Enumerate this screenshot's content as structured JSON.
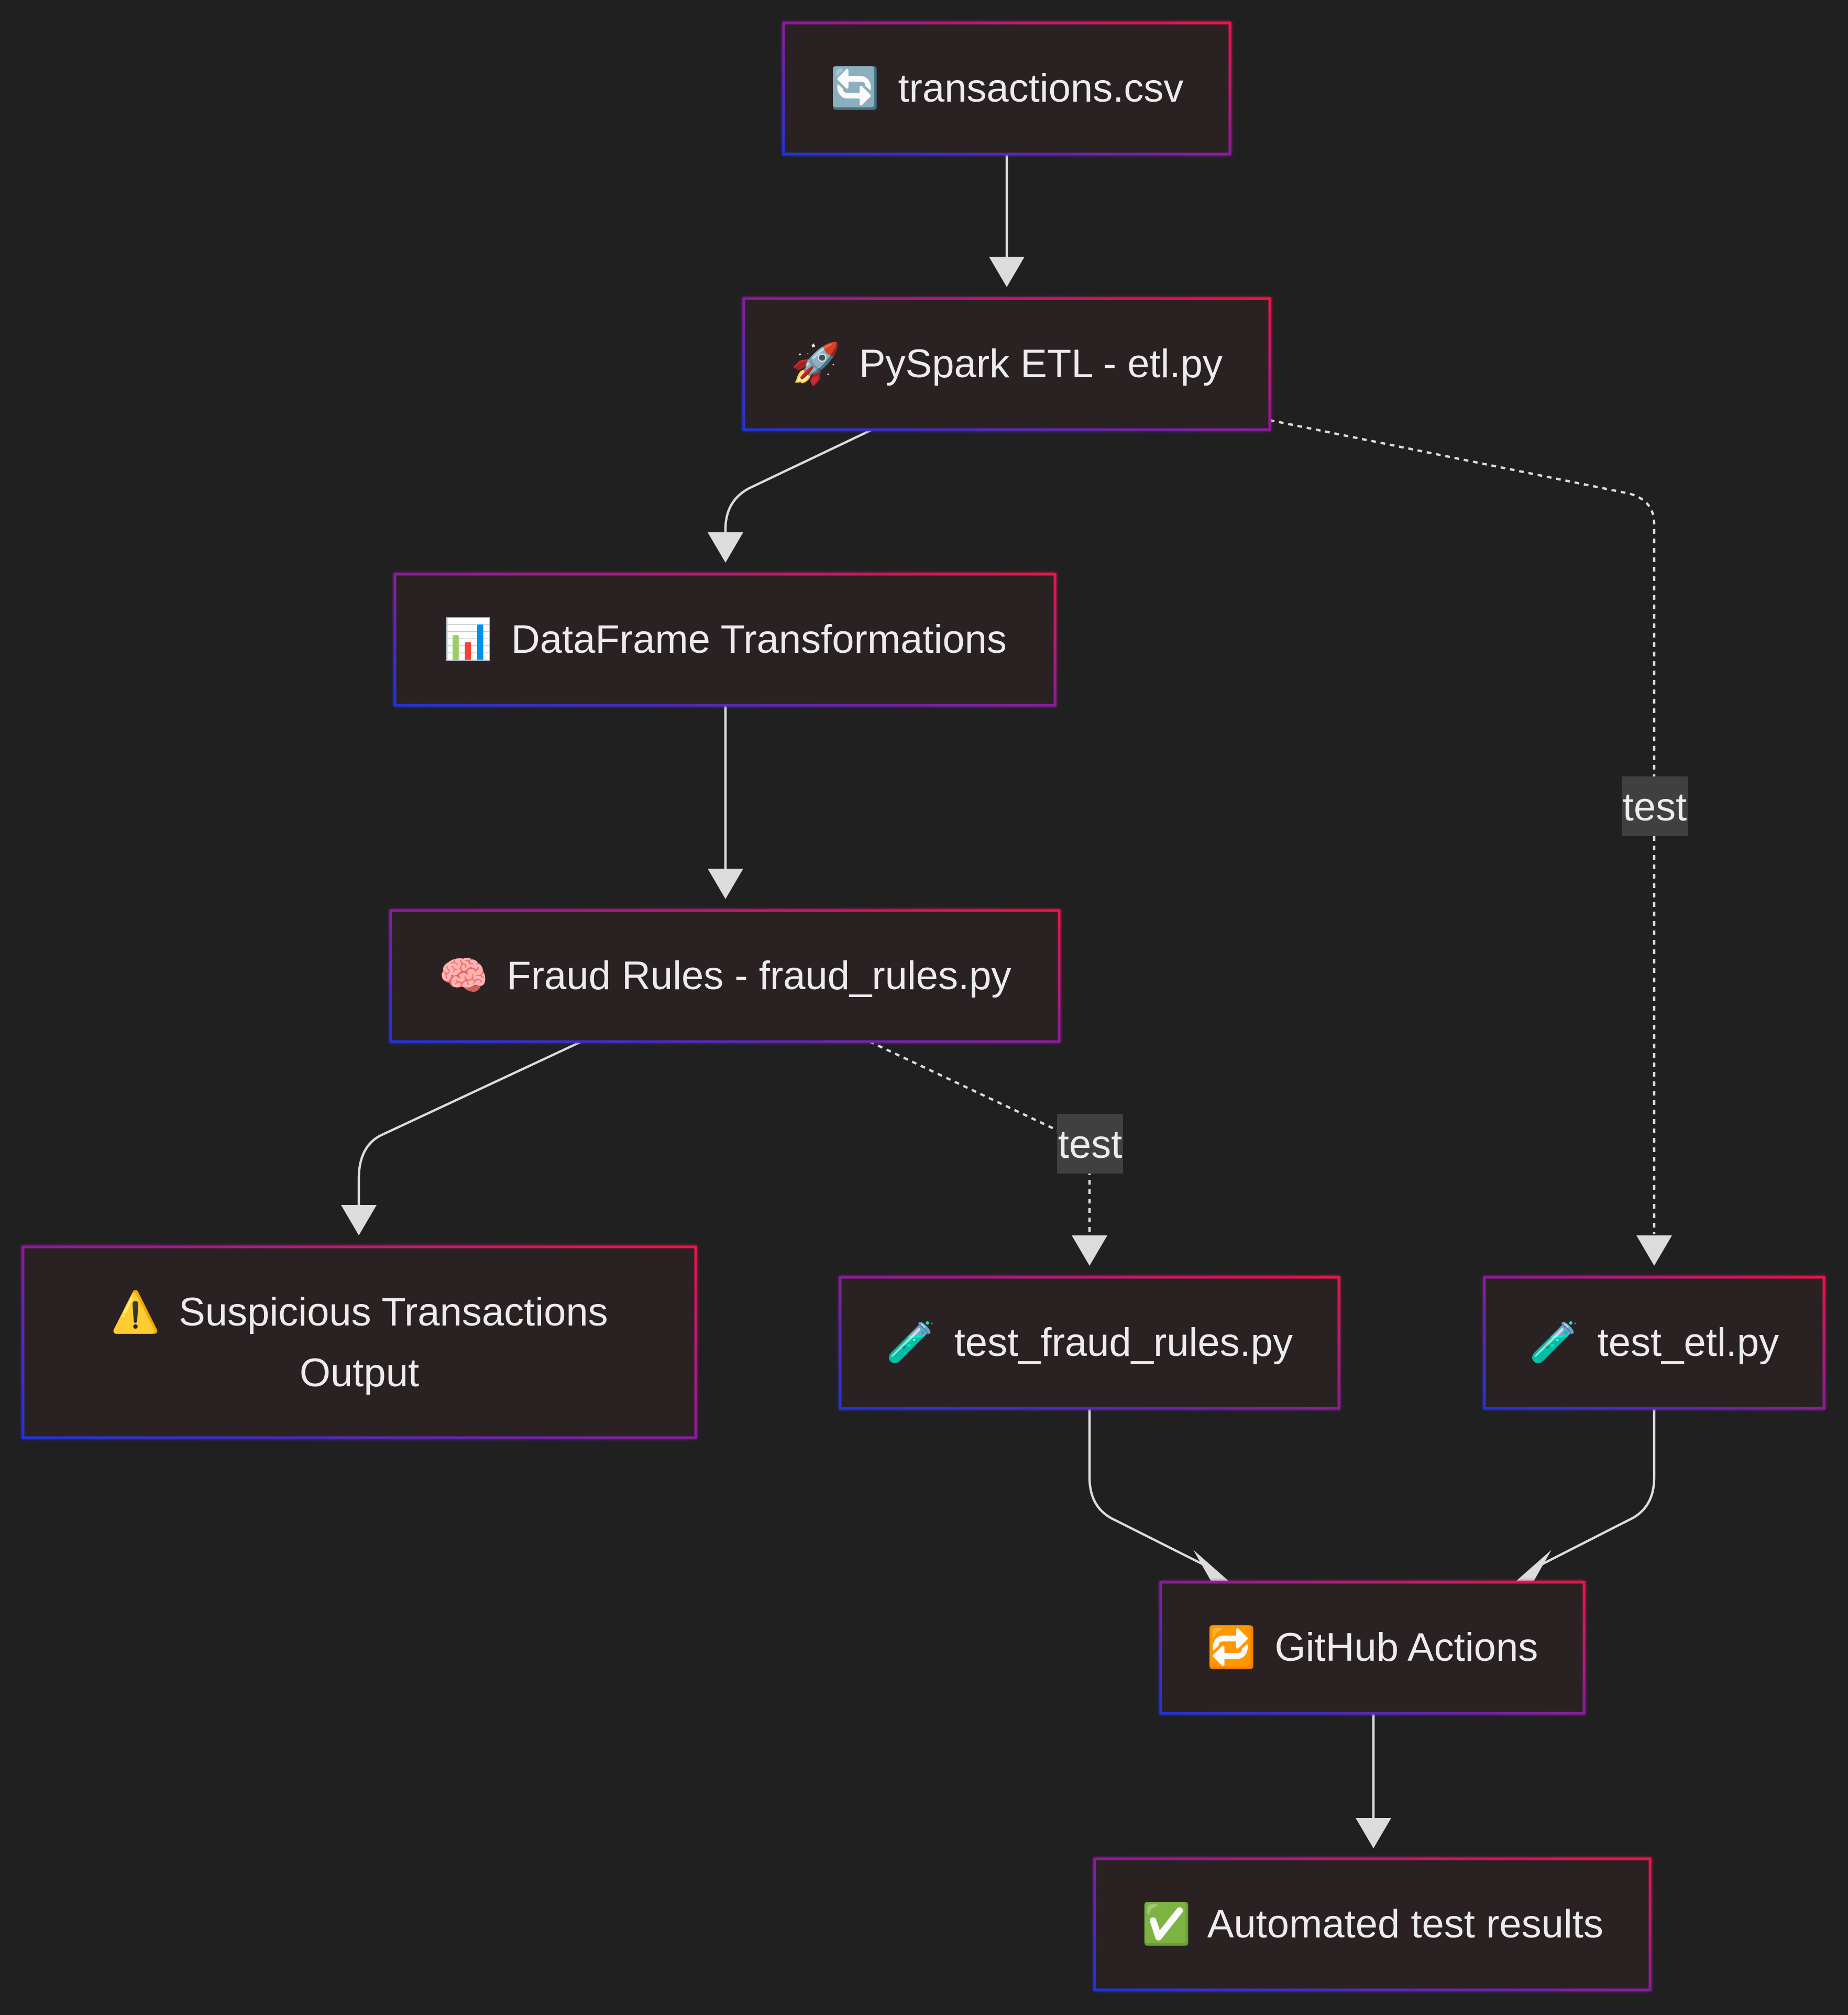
{
  "nodes": {
    "transactions": {
      "icon": "🔄",
      "label": "transactions.csv"
    },
    "etl": {
      "icon": "🚀",
      "label": "PySpark ETL - etl.py"
    },
    "transform": {
      "icon": "📊",
      "label": "DataFrame Transformations"
    },
    "fraud": {
      "icon": "🧠",
      "label": "Fraud Rules - fraud_rules.py"
    },
    "suspicious": {
      "icon": "⚠️",
      "line1": "Suspicious Transactions",
      "line2": "Output"
    },
    "test_fraud": {
      "icon": "🧪",
      "label": "test_fraud_rules.py"
    },
    "test_etl": {
      "icon": "🧪",
      "label": "test_etl.py"
    },
    "github": {
      "icon": "🔁",
      "label": "GitHub Actions"
    },
    "results": {
      "icon": "✅",
      "label": "Automated test results"
    }
  },
  "edges": {
    "etl_test_label": "test",
    "fraud_test_label": "test"
  },
  "colors": {
    "background": "#202020",
    "node_fill": "#2a2020",
    "stroke_start": "#2234d8",
    "stroke_end": "#e8174a",
    "edge": "#dcdcdc",
    "edge_label_bg": "#404040",
    "text": "#ececec"
  }
}
